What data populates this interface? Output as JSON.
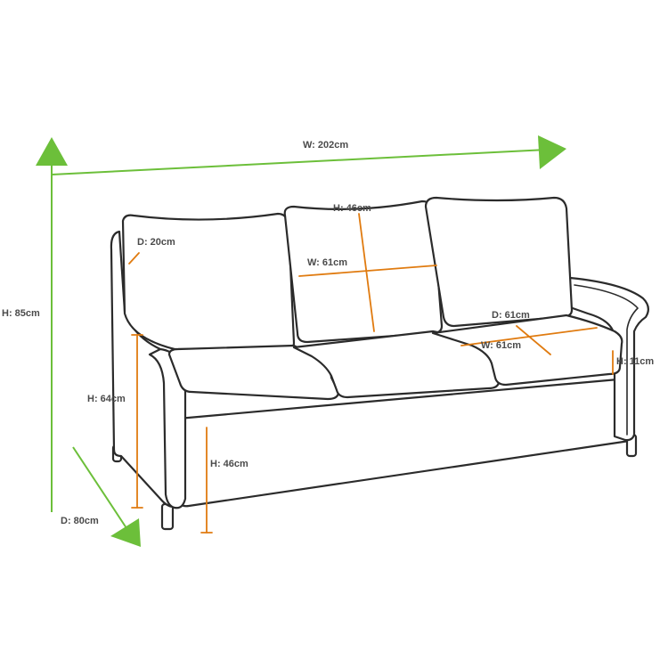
{
  "dimensions": {
    "overall_width": "W: 202cm",
    "overall_height": "H: 85cm",
    "overall_depth": "D: 80cm",
    "back_cushion_height": "H: 46cm",
    "back_cushion_width": "W: 61cm",
    "back_cushion_depth": "D: 20cm",
    "seat_cushion_depth": "D: 61cm",
    "seat_cushion_width": "W: 61cm",
    "seat_cushion_thickness": "H: 11cm",
    "arm_height": "H: 64cm",
    "seat_height": "H: 46cm"
  },
  "colors": {
    "overall_dimension": "#6cbf3a",
    "cushion_dimension": "#e07b10",
    "outline": "#2b2b2b"
  }
}
